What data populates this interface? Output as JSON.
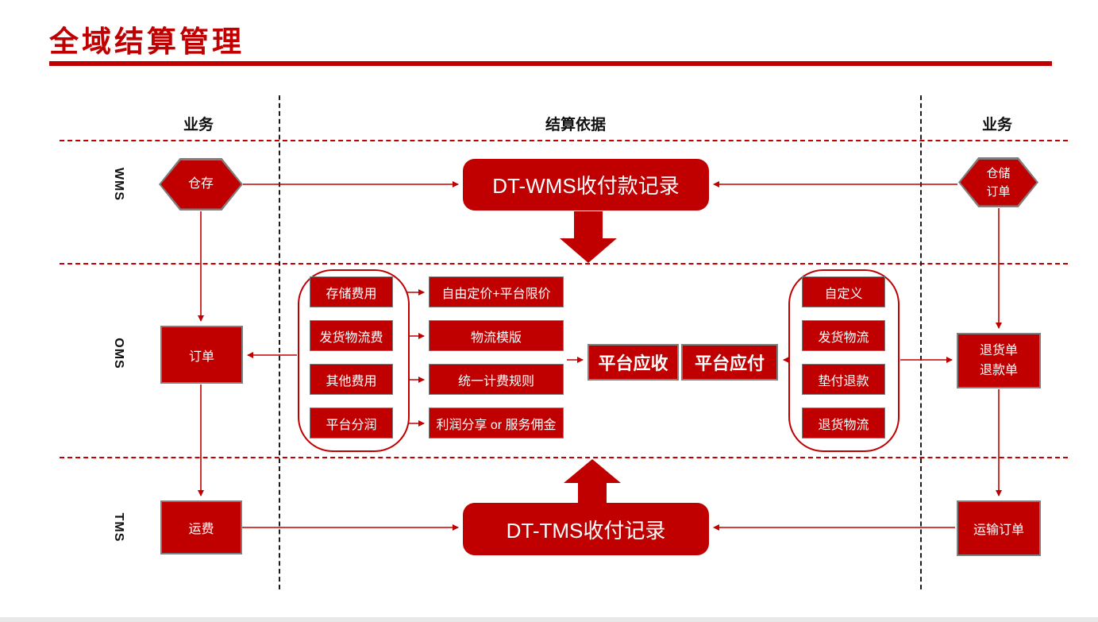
{
  "title": "全域结算管理",
  "headers": {
    "left": "业务",
    "center": "结算依据",
    "right": "业务"
  },
  "rows": {
    "wms": "WMS",
    "oms": "OMS",
    "tms": "TMS"
  },
  "wms": {
    "left_hex": "仓存",
    "record": "DT-WMS收付款记录",
    "right_hex": {
      "line1": "仓储",
      "line2": "订单"
    }
  },
  "oms": {
    "order_box": "订单",
    "left_group": [
      "存储费用",
      "发货物流费",
      "其他费用",
      "平台分润"
    ],
    "mid_group": [
      "自由定价+平台限价",
      "物流模版",
      "统一计费规则",
      "利润分享 or 服务佣金"
    ],
    "receivable": "平台应收",
    "payable": "平台应付",
    "right_group": [
      "自定义",
      "发货物流",
      "垫付退款",
      "退货物流"
    ],
    "return_box": {
      "line1": "退货单",
      "line2": "退款单"
    }
  },
  "tms": {
    "freight_box": "运费",
    "record": "DT-TMS收付记录",
    "transport_box": "运输订单"
  },
  "colors": {
    "primary_red": "#C00000",
    "shape_border_gray": "#7F7F7F",
    "dashed_black": "#1c1c1c",
    "bottom_bar_gray": "#e8e8e8",
    "text_white": "#ffffff"
  }
}
